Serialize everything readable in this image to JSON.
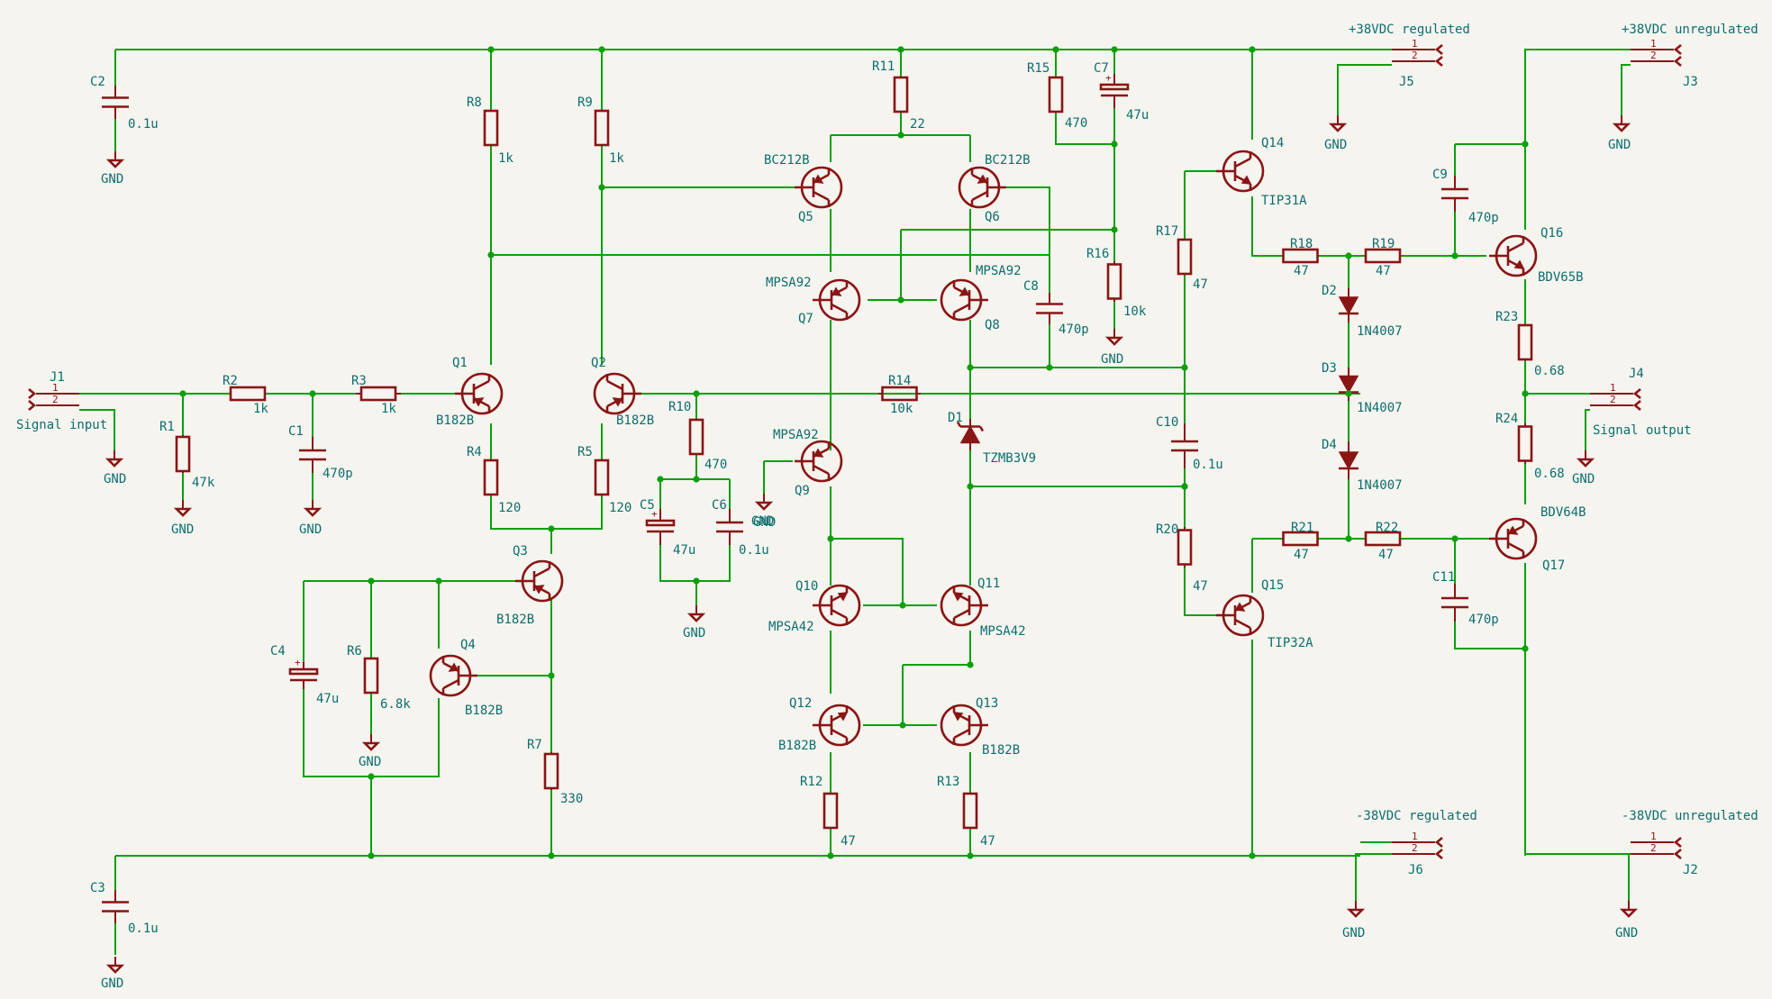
{
  "components": {
    "C2": {
      "ref": "C2",
      "value": "0.1u"
    },
    "C3": {
      "ref": "C3",
      "value": "0.1u"
    },
    "R8": {
      "ref": "R8",
      "value": "1k"
    },
    "R9": {
      "ref": "R9",
      "value": "1k"
    },
    "R11": {
      "ref": "R11",
      "value": "22"
    },
    "R15": {
      "ref": "R15",
      "value": "470"
    },
    "C7": {
      "ref": "C7",
      "value": "47u"
    },
    "R16": {
      "ref": "R16",
      "value": "10k"
    },
    "C8": {
      "ref": "C8",
      "value": "470p"
    },
    "R17": {
      "ref": "R17",
      "value": "47"
    },
    "R18": {
      "ref": "R18",
      "value": "47"
    },
    "R19": {
      "ref": "R19",
      "value": "47"
    },
    "C9": {
      "ref": "C9",
      "value": "470p"
    },
    "R23": {
      "ref": "R23",
      "value": "0.68"
    },
    "R24": {
      "ref": "R24",
      "value": "0.68"
    },
    "R21": {
      "ref": "R21",
      "value": "47"
    },
    "R22": {
      "ref": "R22",
      "value": "47"
    },
    "C11": {
      "ref": "C11",
      "value": "470p"
    },
    "R20": {
      "ref": "R20",
      "value": "47"
    },
    "C10": {
      "ref": "C10",
      "value": "0.1u"
    },
    "R14": {
      "ref": "R14",
      "value": "10k"
    },
    "R10": {
      "ref": "R10",
      "value": "470"
    },
    "C5": {
      "ref": "C5",
      "value": "47u"
    },
    "C6": {
      "ref": "C6",
      "value": "0.1u"
    },
    "R1": {
      "ref": "R1",
      "value": "47k"
    },
    "R2": {
      "ref": "R2",
      "value": "1k"
    },
    "R3": {
      "ref": "R3",
      "value": "1k"
    },
    "C1": {
      "ref": "C1",
      "value": "470p"
    },
    "R4": {
      "ref": "R4",
      "value": "120"
    },
    "R5": {
      "ref": "R5",
      "value": "120"
    },
    "R6": {
      "ref": "R6",
      "value": "6.8k"
    },
    "C4": {
      "ref": "C4",
      "value": "47u"
    },
    "R7": {
      "ref": "R7",
      "value": "330"
    },
    "R12": {
      "ref": "R12",
      "value": "47"
    },
    "R13": {
      "ref": "R13",
      "value": "47"
    },
    "Q1": {
      "ref": "Q1",
      "value": "B182B"
    },
    "Q2": {
      "ref": "Q2",
      "value": "B182B"
    },
    "Q3": {
      "ref": "Q3",
      "value": "B182B"
    },
    "Q4": {
      "ref": "Q4",
      "value": "B182B"
    },
    "Q5": {
      "ref": "Q5",
      "value": "BC212B"
    },
    "Q6": {
      "ref": "Q6",
      "value": "BC212B"
    },
    "Q7": {
      "ref": "Q7",
      "value": "MPSA92"
    },
    "Q8": {
      "ref": "Q8",
      "value": "MPSA92"
    },
    "Q9": {
      "ref": "Q9",
      "value": "MPSA92"
    },
    "Q10": {
      "ref": "Q10",
      "value": "MPSA42"
    },
    "Q11": {
      "ref": "Q11",
      "value": "MPSA42"
    },
    "Q12": {
      "ref": "Q12",
      "value": "B182B"
    },
    "Q13": {
      "ref": "Q13",
      "value": "B182B"
    },
    "Q14": {
      "ref": "Q14",
      "value": "TIP31A"
    },
    "Q15": {
      "ref": "Q15",
      "value": "TIP32A"
    },
    "Q16": {
      "ref": "Q16",
      "value": "BDV65B"
    },
    "Q17": {
      "ref": "Q17",
      "value": "BDV64B"
    },
    "D1": {
      "ref": "D1",
      "value": "TZMB3V9"
    },
    "D2": {
      "ref": "D2",
      "value": "1N4007"
    },
    "D3": {
      "ref": "D3",
      "value": "1N4007"
    },
    "D4": {
      "ref": "D4",
      "value": "1N4007"
    }
  },
  "connectors": {
    "J1": {
      "ref": "J1",
      "label": "Signal input"
    },
    "J4": {
      "ref": "J4",
      "label": "Signal output"
    },
    "J5": {
      "ref": "J5",
      "label": "+38VDC regulated"
    },
    "J3": {
      "ref": "J3",
      "label": "+38VDC unregulated"
    },
    "J6": {
      "ref": "J6",
      "label": "-38VDC regulated"
    },
    "J2": {
      "ref": "J2",
      "label": "-38VDC unregulated"
    }
  },
  "gnd_label": "GND",
  "colors": {
    "wire": "#0aa00a",
    "part": "#8a1515",
    "text": "#0d6e6e",
    "background": "#f5f4ef"
  }
}
